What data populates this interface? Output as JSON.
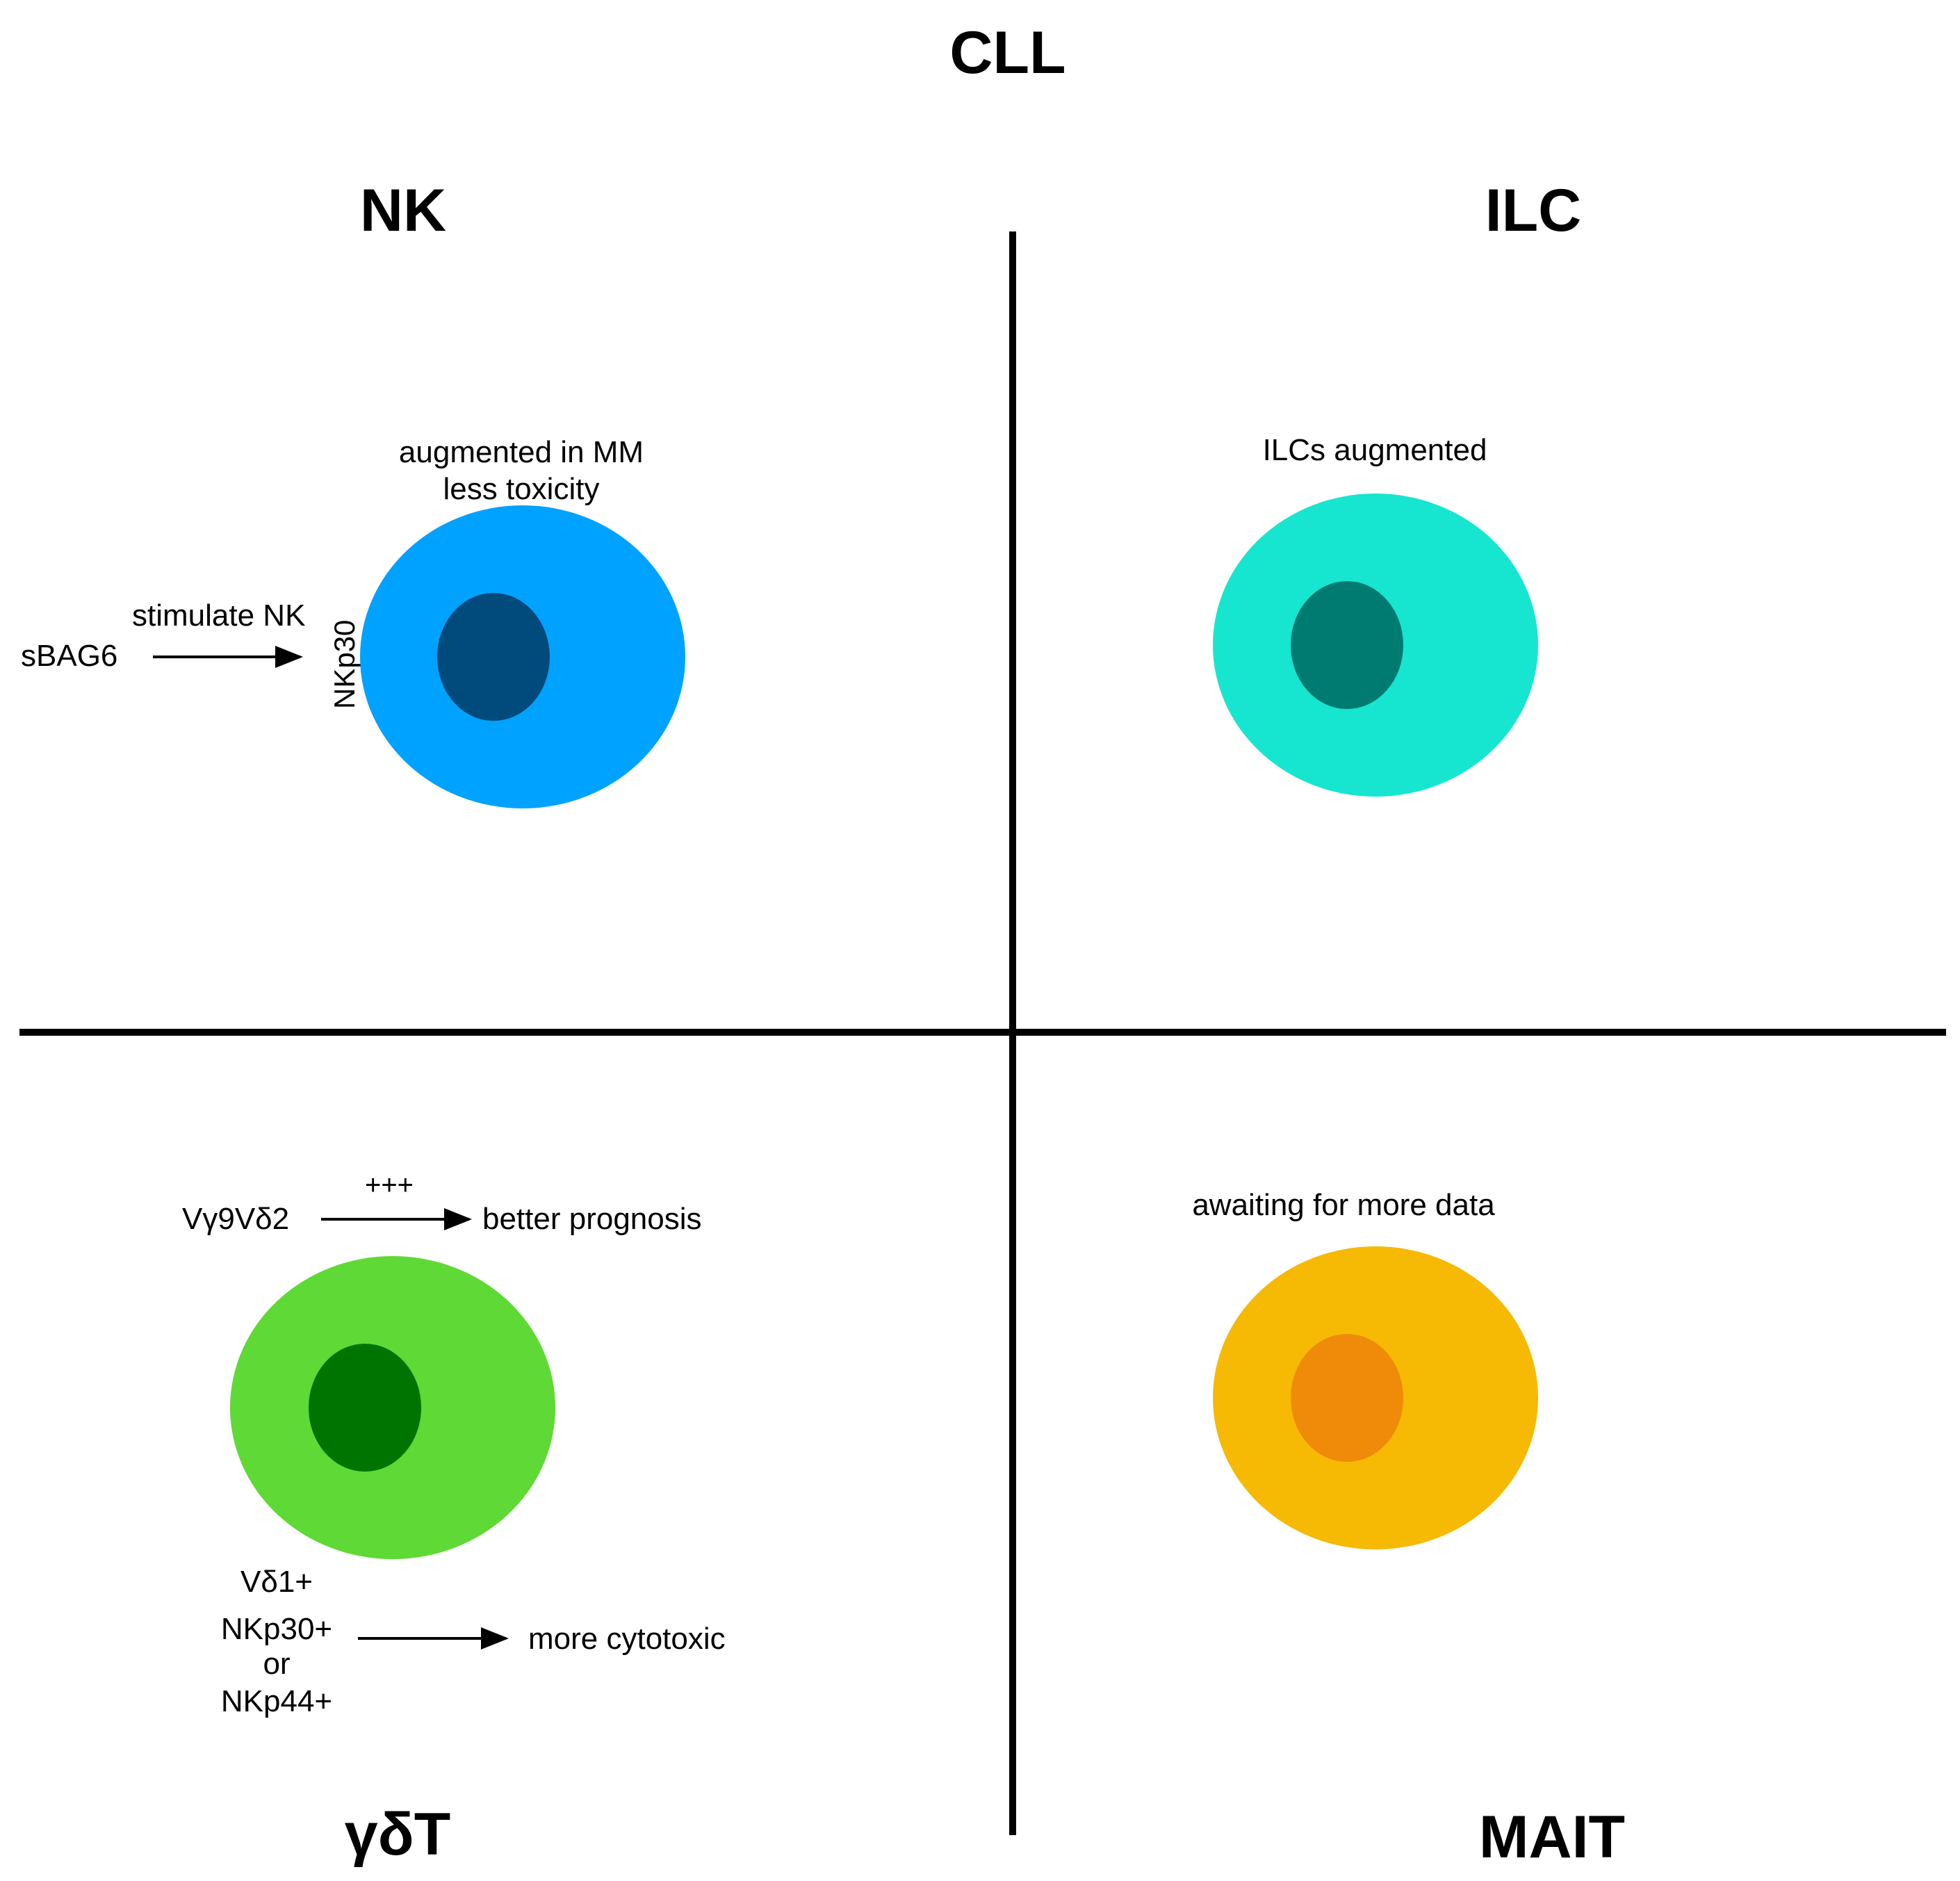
{
  "title": "CLL",
  "quadrants": {
    "nk": {
      "heading": "NK",
      "note_line1": "augmented in MM",
      "note_line2": "less toxicity",
      "arrow_label": "stimulate NK",
      "source": "sBAG6",
      "receptor": "NKp30",
      "cell_color": "#00a2ff",
      "nucleus_color": "#004a7c"
    },
    "ilc": {
      "heading": "ILC",
      "note": "ILCs augmented",
      "cell_color": "#16e6cf",
      "nucleus_color": "#007b72"
    },
    "gdt": {
      "heading": "γδT",
      "subset1": "Vγ9Vδ2",
      "subset1_mark": "+++",
      "subset1_outcome": "better prognosis",
      "subset2_line1": "Vδ1+",
      "subset2_line2": "NKp30+",
      "subset2_line3": "or",
      "subset2_line4": "NKp44+",
      "subset2_outcome": "more cytotoxic",
      "cell_color": "#5fd935",
      "nucleus_color": "#007400"
    },
    "mait": {
      "heading": "MAIT",
      "note": "awaiting for more data",
      "cell_color": "#f6b904",
      "nucleus_color": "#f08a09"
    }
  }
}
